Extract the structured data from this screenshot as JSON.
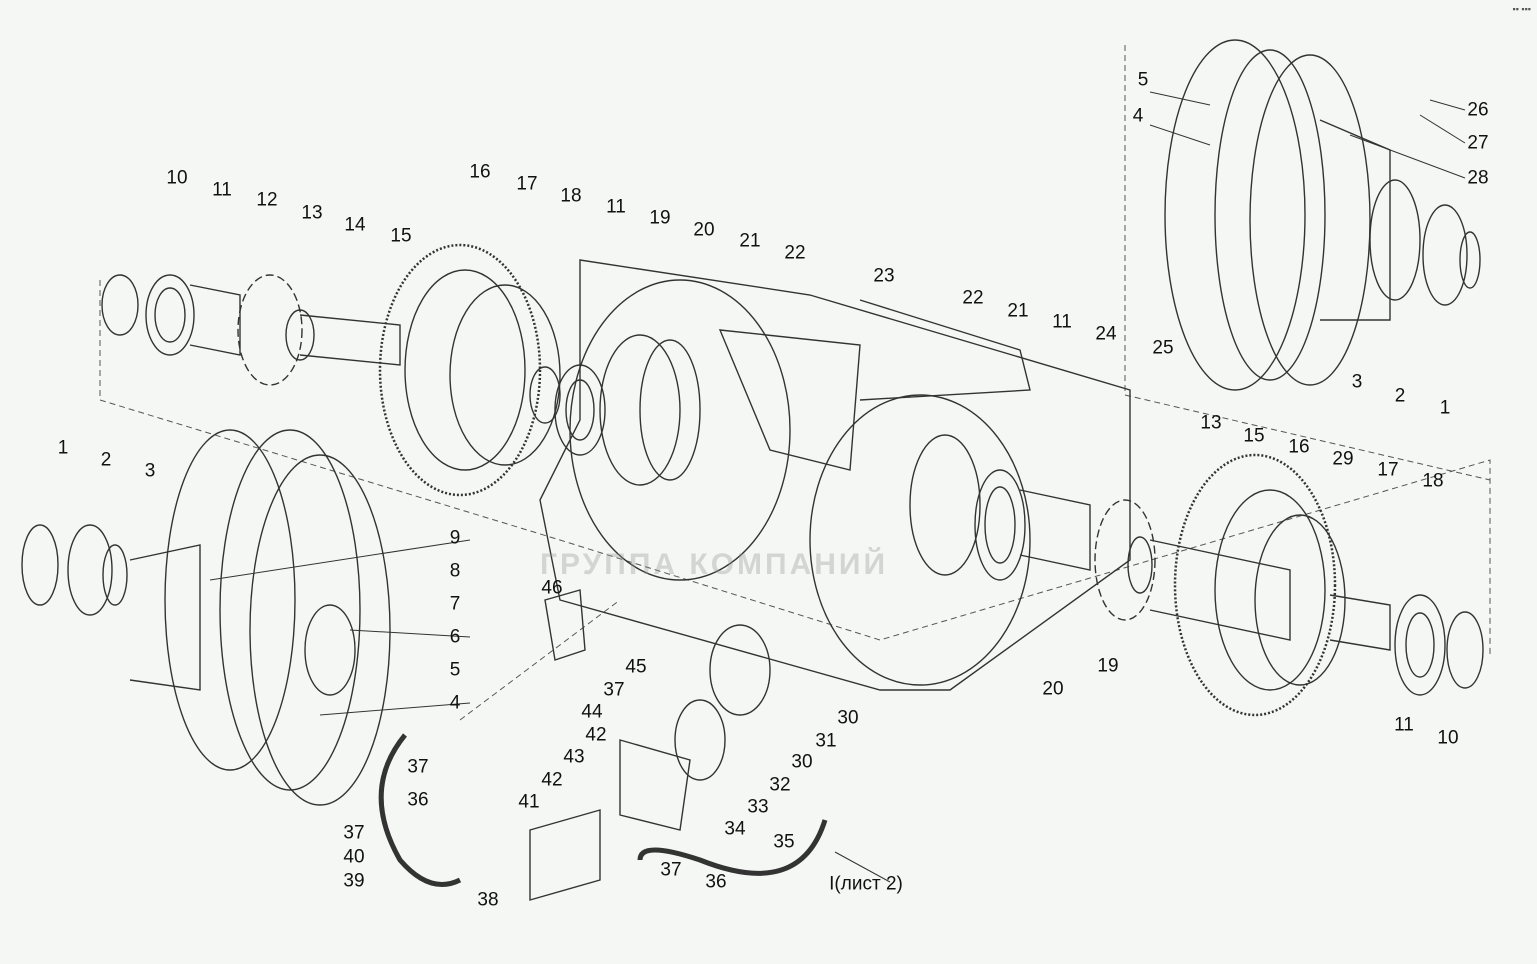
{
  "diagram": {
    "labels": [
      "10",
      "11",
      "12",
      "13",
      "14",
      "15",
      "16",
      "17",
      "18",
      "11",
      "19",
      "20",
      "21",
      "22",
      "23",
      "22",
      "21",
      "11",
      "24",
      "25",
      "13",
      "15",
      "16",
      "29",
      "17",
      "18",
      "19",
      "20",
      "11",
      "10",
      "5",
      "4",
      "26",
      "27",
      "28",
      "3",
      "2",
      "1",
      "1",
      "2",
      "3",
      "9",
      "8",
      "7",
      "6",
      "5",
      "4",
      "46",
      "45",
      "37",
      "44",
      "30",
      "31",
      "30",
      "32",
      "33",
      "34",
      "42",
      "43",
      "42",
      "41",
      "37",
      "36",
      "37",
      "40",
      "39",
      "38",
      "35",
      "37",
      "36",
      "I(лист 2)"
    ],
    "watermark": "ГРУППА КОМПАНИЙ",
    "corner_mark": "▪▪ ▪▪▪",
    "line_color": "#333333",
    "background": "#f5f7f5"
  }
}
